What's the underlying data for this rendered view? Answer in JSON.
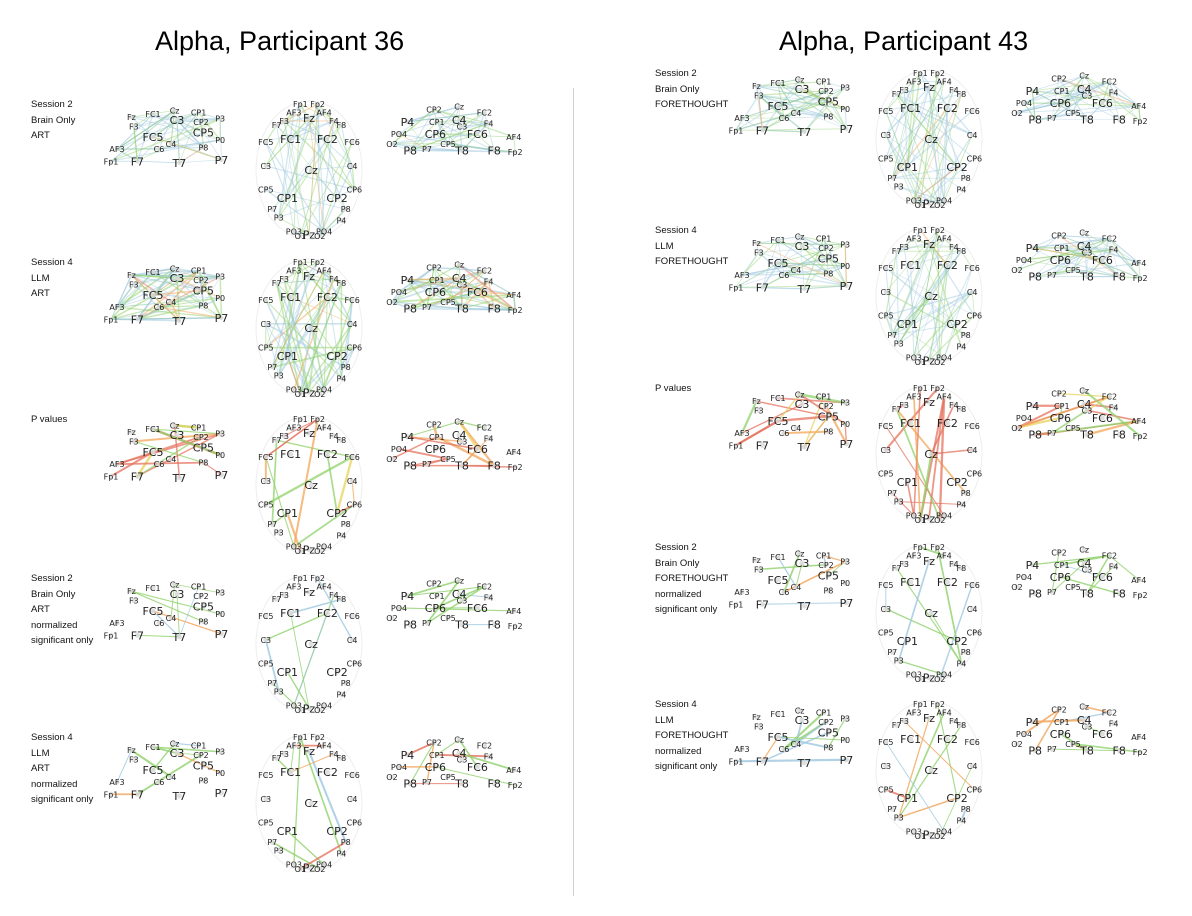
{
  "panels": [
    {
      "title": "Alpha, Participant 36",
      "rows": [
        {
          "label_lines": [
            "Session 2",
            "Brain Only",
            "ART"
          ],
          "style": "dense"
        },
        {
          "label_lines": [
            "Session 4",
            "LLM",
            "ART"
          ],
          "style": "dense-warm"
        },
        {
          "label_lines": [
            "P values"
          ],
          "style": "pvalues"
        },
        {
          "label_lines": [
            "Session 2",
            "Brain Only",
            "ART",
            "normalized",
            "significant only"
          ],
          "style": "sparse-green"
        },
        {
          "label_lines": [
            "Session 4",
            "LLM",
            "ART",
            "normalized",
            "significant only"
          ],
          "style": "sparse-mixed"
        }
      ]
    },
    {
      "title": "Alpha, Participant 43",
      "rows": [
        {
          "label_lines": [
            "Session 2",
            "Brain Only",
            "FORETHOUGHT"
          ],
          "style": "dense"
        },
        {
          "label_lines": [
            "Session 4",
            "LLM",
            "FORETHOUGHT"
          ],
          "style": "dense"
        },
        {
          "label_lines": [
            "P values"
          ],
          "style": "pvalues"
        },
        {
          "label_lines": [
            "Session 2",
            "Brain Only",
            "FORETHOUGHT",
            "normalized",
            "significant only"
          ],
          "style": "sparse-green"
        },
        {
          "label_lines": [
            "Session 4",
            "LLM",
            "FORETHOUGHT",
            "normalized",
            "significant only"
          ],
          "style": "sparse-mixed"
        }
      ]
    }
  ],
  "views": {
    "left": {
      "electrodes": [
        {
          "label": "FC1",
          "big": false
        },
        {
          "label": "Cz",
          "big": false
        },
        {
          "label": "CP1",
          "big": false
        },
        {
          "label": "F3",
          "big": false
        },
        {
          "label": "C3",
          "big": true
        },
        {
          "label": "CP2",
          "big": false
        },
        {
          "label": "P3",
          "big": false
        },
        {
          "label": "Fz",
          "big": false
        },
        {
          "label": "FC5",
          "big": true
        },
        {
          "label": "CP5",
          "big": true
        },
        {
          "label": "P0",
          "big": false
        },
        {
          "label": "AF3",
          "big": false
        },
        {
          "label": "Fp1",
          "big": false
        },
        {
          "label": "F7",
          "big": true
        },
        {
          "label": "T7",
          "big": true
        },
        {
          "label": "P7",
          "big": true
        },
        {
          "label": "C4",
          "big": false
        },
        {
          "label": "C6",
          "big": false
        },
        {
          "label": "P8",
          "big": false
        }
      ]
    },
    "top": {
      "electrodes": [
        {
          "label": "Fp1",
          "big": false
        },
        {
          "label": "Fp2",
          "big": false
        },
        {
          "label": "AF3",
          "big": false
        },
        {
          "label": "AF4",
          "big": false
        },
        {
          "label": "F7",
          "big": false
        },
        {
          "label": "F3",
          "big": false
        },
        {
          "label": "Fz",
          "big": true
        },
        {
          "label": "F4",
          "big": false
        },
        {
          "label": "F8",
          "big": false
        },
        {
          "label": "FC5",
          "big": false
        },
        {
          "label": "FC1",
          "big": true
        },
        {
          "label": "FC2",
          "big": true
        },
        {
          "label": "FC6",
          "big": false
        },
        {
          "label": "C3",
          "big": false
        },
        {
          "label": "Cz",
          "big": true
        },
        {
          "label": "C4",
          "big": false
        },
        {
          "label": "CP5",
          "big": false
        },
        {
          "label": "CP1",
          "big": true
        },
        {
          "label": "CP2",
          "big": true
        },
        {
          "label": "CP6",
          "big": false
        },
        {
          "label": "P7",
          "big": false
        },
        {
          "label": "P3",
          "big": false
        },
        {
          "label": "Pz",
          "big": true
        },
        {
          "label": "P4",
          "big": false
        },
        {
          "label": "P8",
          "big": false
        },
        {
          "label": "PO3",
          "big": false
        },
        {
          "label": "PO4",
          "big": false
        },
        {
          "label": "O1",
          "big": false
        },
        {
          "label": "O2",
          "big": false
        }
      ]
    },
    "right": {
      "electrodes": [
        {
          "label": "CP2",
          "big": false
        },
        {
          "label": "Cz",
          "big": false
        },
        {
          "label": "FC2",
          "big": false
        },
        {
          "label": "P4",
          "big": true
        },
        {
          "label": "CP1",
          "big": false
        },
        {
          "label": "C4",
          "big": true
        },
        {
          "label": "F4",
          "big": false
        },
        {
          "label": "PO4",
          "big": false
        },
        {
          "label": "CP6",
          "big": true
        },
        {
          "label": "FC6",
          "big": true
        },
        {
          "label": "AF4",
          "big": false
        },
        {
          "label": "O2",
          "big": false
        },
        {
          "label": "P8",
          "big": true
        },
        {
          "label": "T8",
          "big": true
        },
        {
          "label": "F8",
          "big": true
        },
        {
          "label": "Fp2",
          "big": false
        },
        {
          "label": "C3",
          "big": false
        },
        {
          "label": "CP5",
          "big": false
        },
        {
          "label": "P7",
          "big": false
        }
      ]
    }
  },
  "colors": {
    "blue": "#9ec7de",
    "green": "#8fd16a",
    "orange": "#f1a55a",
    "red": "#e5735f",
    "yellow": "#e8d25a",
    "node": "#d8d8d8",
    "divider": "#cfcfcf"
  }
}
